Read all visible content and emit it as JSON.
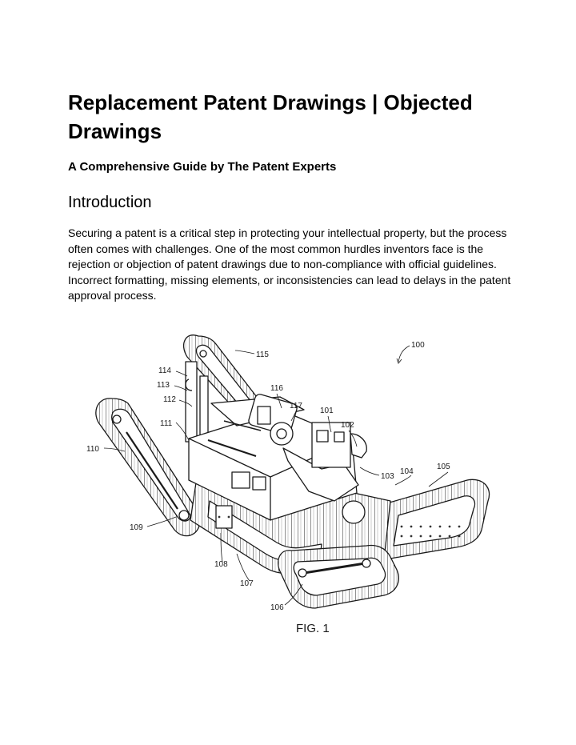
{
  "document": {
    "title": "Replacement Patent Drawings | Objected Drawings",
    "subtitle": "A Comprehensive Guide by The Patent Experts",
    "section_heading": "Introduction",
    "intro_paragraph": "Securing a patent is a critical step in protecting your intellectual property, but the process often comes with challenges. One of the most common hurdles inventors face is the rejection or objection of patent drawings due to non-compliance with official guidelines. Incorrect formatting, missing elements, or inconsistencies can lead to delays in the patent approval process."
  },
  "figure": {
    "caption": "FIG. 1",
    "reference_numerals": {
      "r100": "100",
      "r101": "101",
      "r102": "102",
      "r103": "103",
      "r104": "104",
      "r105": "105",
      "r106": "106",
      "r107": "107",
      "r108": "108",
      "r109": "109",
      "r110": "110",
      "r111": "111",
      "r112": "112",
      "r113": "113",
      "r114": "114",
      "r115": "115",
      "r116": "116",
      "r117": "117"
    }
  }
}
